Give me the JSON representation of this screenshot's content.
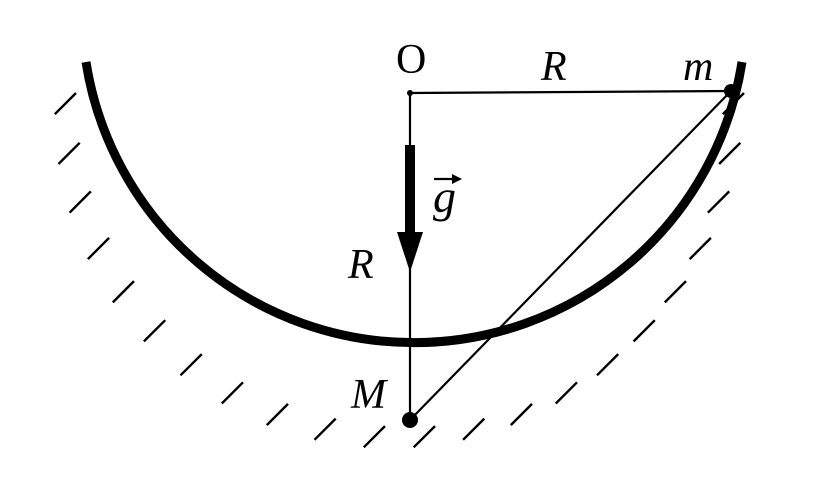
{
  "labels": {
    "origin": "O",
    "radius_top": "R",
    "radius_side": "R",
    "small_mass": "m",
    "big_mass": "M",
    "gravity": "g"
  },
  "colors": {
    "ink": "#000000",
    "background": "#ffffff"
  }
}
